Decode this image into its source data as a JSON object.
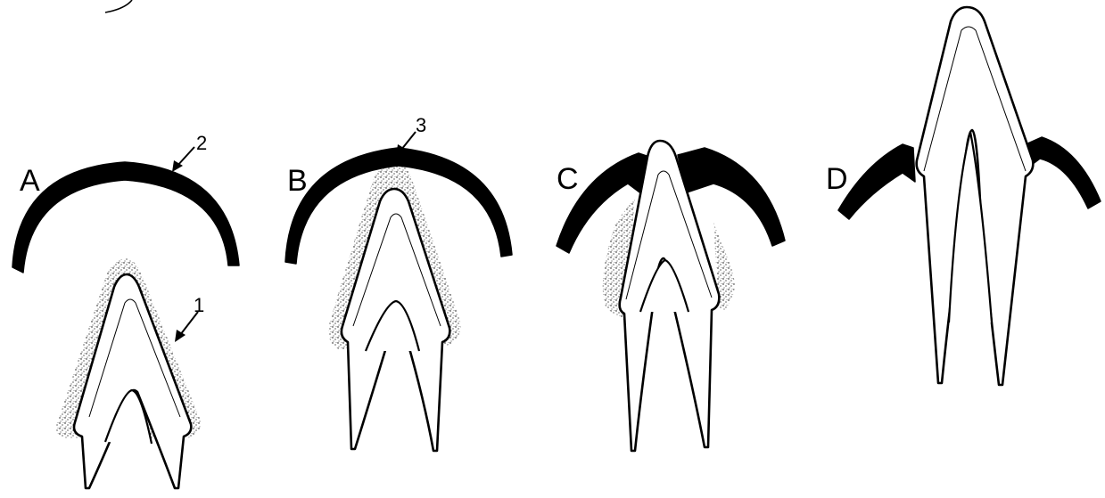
{
  "stages": [
    {
      "id": "A",
      "label": "A"
    },
    {
      "id": "B",
      "label": "B"
    },
    {
      "id": "C",
      "label": "C"
    },
    {
      "id": "D",
      "label": "D"
    }
  ],
  "callouts": [
    {
      "id": "1",
      "label": "1"
    },
    {
      "id": "2",
      "label": "2"
    },
    {
      "id": "3",
      "label": "3"
    }
  ],
  "colors": {
    "ink": "#000000",
    "paper": "#ffffff"
  }
}
